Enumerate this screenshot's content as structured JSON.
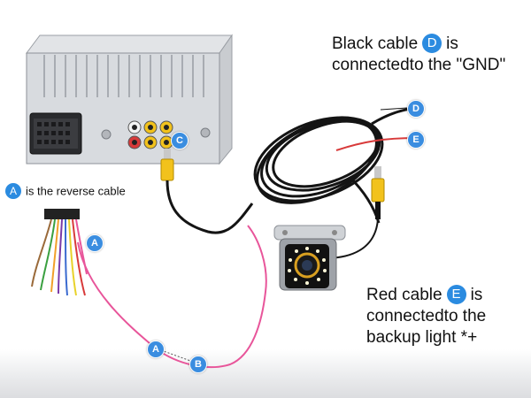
{
  "captions": {
    "black_cable": {
      "line1_pre": "Black cable",
      "badge": "D",
      "line1_post": "is",
      "line2": "connectedto the \"GND\""
    },
    "red_cable": {
      "line1_pre": "Red cable",
      "badge": "E",
      "line1_post": "is",
      "line2": "connectedto the",
      "line3": "backup light *+"
    },
    "reverse_note": {
      "badge": "A",
      "text": "is the reverse cable"
    }
  },
  "callouts": {
    "head_unit_c": "C",
    "harness_a": "A",
    "wire_a": "A",
    "wire_b": "B",
    "cable_d": "D",
    "cable_e": "E"
  },
  "colors": {
    "badge": "#2b8be0",
    "red_wire": "#d83a3a",
    "black_cable": "#141414",
    "rca_yellow": "#f2c21c",
    "pink_wire": "#e8559a"
  }
}
